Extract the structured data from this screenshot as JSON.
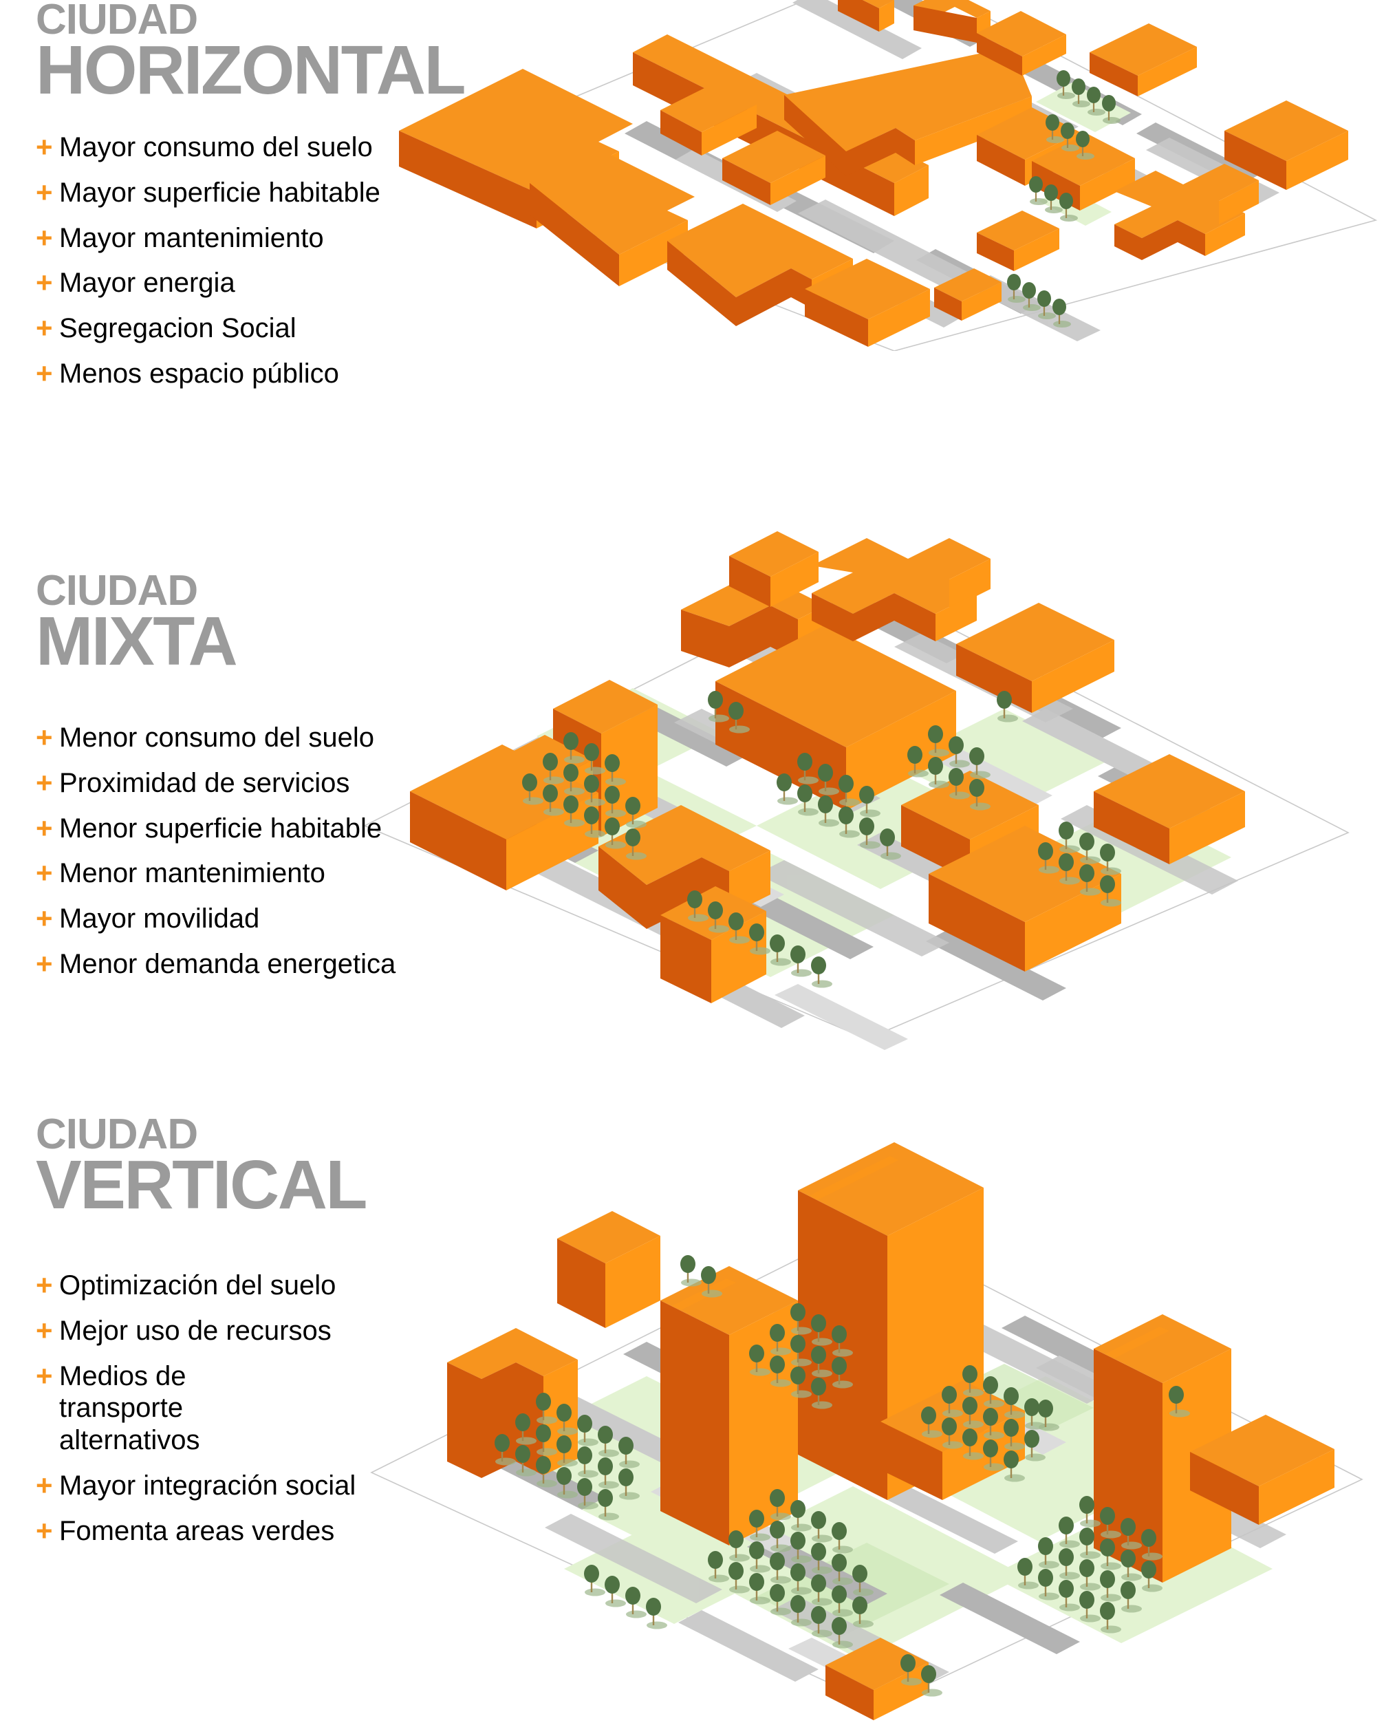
{
  "colors": {
    "orange_top": "#F7941E",
    "orange_right": "#FF9817",
    "orange_left": "#D2590B",
    "title_gray": "#9B9B9B",
    "street_gray": "#B3B3B3",
    "shadow_gray": "#CFCFCF",
    "plot_white": "#FFFFFF",
    "green_ground": "#E3F3D2",
    "tree_canopy": "#4F7243",
    "tree_trunk": "#A08A52",
    "text_black": "#000000"
  },
  "sections": [
    {
      "id": "horizontal",
      "title_small": "CIUDAD",
      "title_big": "HORIZONTAL",
      "bullet_symbol": "+",
      "bullets": [
        "Mayor consumo del suelo",
        "Mayor superficie habitable",
        "Mayor mantenimiento",
        "Mayor energia",
        "Segregacion Social",
        "Menos espacio público"
      ],
      "diagram": {
        "name": "isometric-city-horizontal",
        "description": "Isometric urban block plan with many low-rise wide orange buildings covering most of the plot, gray streets, minimal green area",
        "building_count": 18,
        "typology": "low-rise sprawl",
        "green_area": "minimal",
        "tree_count": 14
      }
    },
    {
      "id": "mixta",
      "title_small": "CIUDAD",
      "title_big": "MIXTA",
      "bullet_symbol": "+",
      "bullets": [
        "Menor consumo del suelo",
        "Proximidad de servicios",
        "Menor superficie habitable",
        "Menor mantenimiento",
        "Mayor movilidad",
        "Menor demanda energetica"
      ],
      "diagram": {
        "name": "isometric-city-mixta",
        "description": "Isometric urban block plan mixing mid-rise orange volumes with wide low blocks, tree-lined green strips between blocks",
        "building_count": 12,
        "typology": "mixed height",
        "green_area": "moderate",
        "tree_count": 46
      }
    },
    {
      "id": "vertical",
      "title_small": "CIUDAD",
      "title_big": "VERTICAL",
      "bullet_symbol": "+",
      "bullets": [
        "Optimización del suelo",
        "Mejor uso de recursos",
        "Medios de transporte alternativos",
        "Mayor integración social",
        "Fomenta areas verdes"
      ],
      "diagram": {
        "name": "isometric-city-vertical",
        "description": "Isometric urban block plan with few tall orange towers freeing most of the ground for large tree-planted green parks",
        "building_count": 8,
        "typology": "high-rise towers",
        "green_area": "extensive",
        "tree_count": 84
      }
    }
  ]
}
